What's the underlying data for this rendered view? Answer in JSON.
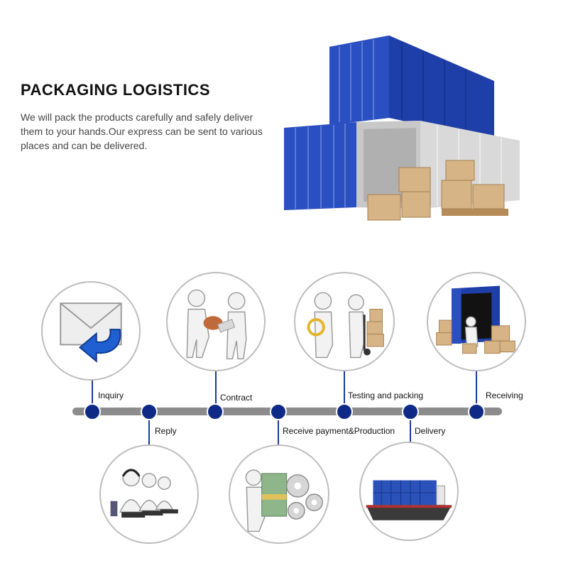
{
  "header": {
    "title": "PACKAGING LOGISTICS",
    "description": "We will pack the products carefully and safely deliver them to your hands.Our express can be sent to various places and can be delivered."
  },
  "colors": {
    "container_blue": "#1e3fa8",
    "timeline_dot": "#0f2a86",
    "timeline_bar": "#8c8c8c",
    "box_brown": "#d7b486"
  },
  "process_steps": [
    {
      "label": "Inquiry",
      "icon": "envelope-icon"
    },
    {
      "label": "Reply",
      "icon": "customer-service-icon"
    },
    {
      "label": "Contract",
      "icon": "handshake-icon"
    },
    {
      "label": "Receive payment&Production",
      "icon": "money-gears-icon"
    },
    {
      "label": "Testing and packing",
      "icon": "inspection-icon"
    },
    {
      "label": "Delivery",
      "icon": "cargo-ship-icon"
    },
    {
      "label": "Receiving",
      "icon": "container-unloading-icon"
    }
  ]
}
